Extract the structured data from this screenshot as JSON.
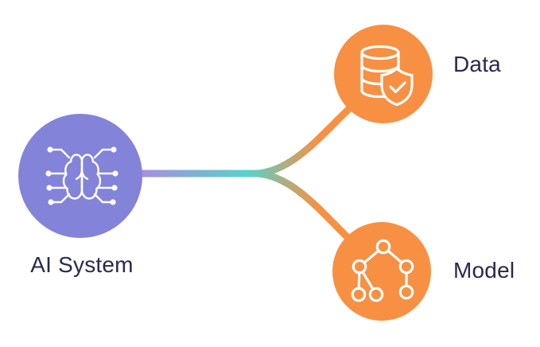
{
  "diagram": {
    "type": "mindmap",
    "description": "AI System branches into Data and Model",
    "nodes": {
      "ai_system": {
        "label": "AI System",
        "color": "#8383d9",
        "icon": "brain-circuit-icon"
      },
      "data": {
        "label": "Data",
        "color": "#f79043",
        "icon": "database-shield-icon"
      },
      "model": {
        "label": "Model",
        "color": "#f79043",
        "icon": "network-tree-icon"
      }
    },
    "edges": [
      {
        "from": "AI System",
        "to": "Data"
      },
      {
        "from": "AI System",
        "to": "Model"
      }
    ],
    "colors": {
      "background": "#ffffff",
      "gradient_start": "#a58fe0",
      "gradient_mid": "#58d2cb",
      "gradient_end": "#f79043",
      "icon_stroke": "#ffffff",
      "label": "#292850"
    }
  }
}
